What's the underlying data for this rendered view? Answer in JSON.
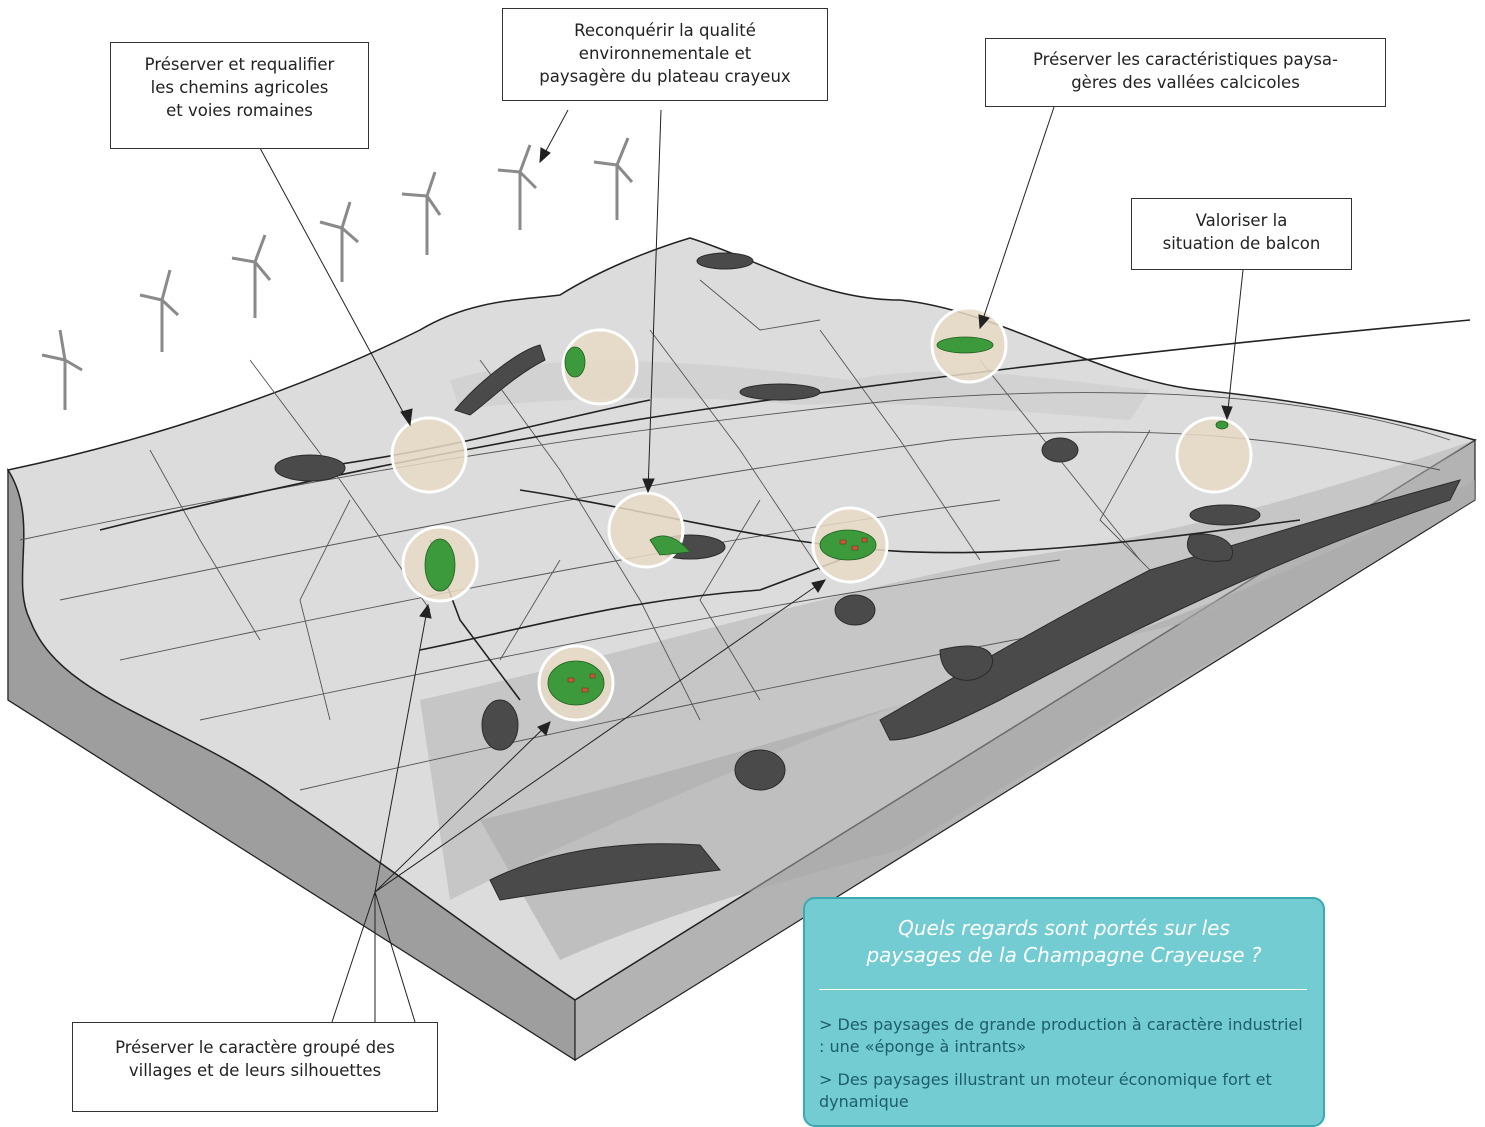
{
  "callouts": {
    "chemins": "Préserver et requalifier\nles chemins agricoles\net voies romaines",
    "plateau": "Reconquérir la qualité\nenvironnementale et\npaysagère du plateau crayeux",
    "vallees": "Préserver les caractéristiques paysa-\ngères des vallées calcicoles",
    "balcon": "Valoriser la\nsituation de balcon",
    "villages": "Préserver le caractère groupé des\nvillages et de leurs silhouettes"
  },
  "info": {
    "question": "Quels regards sont portés sur les\npaysages de la Champagne Crayeuse ?",
    "items": [
      "> Des paysages de grande production à caractère industriel : une «éponge à intrants»",
      "> Des paysages illustrant un moteur économique fort et dynamique"
    ]
  },
  "colors": {
    "infobox_fill": "#72ccd1",
    "infobox_border": "#3aa9b2",
    "info_text": "#1d5d6c",
    "woodland": "#4a4a4a",
    "village_green": "#3c9a3c",
    "zone_tint": "#e8d9c4"
  }
}
